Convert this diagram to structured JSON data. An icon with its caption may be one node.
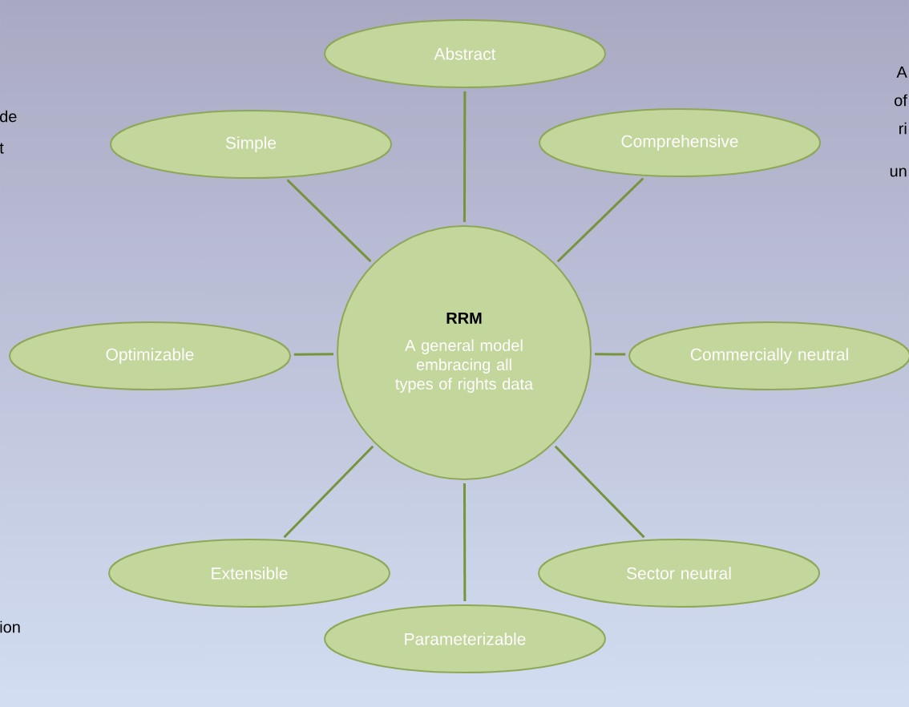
{
  "diagram": {
    "nodes": [
      {
        "text": [
          "RRM",
          "A general model embracing all types of rights data"
        ]
      },
      {
        "text": [
          "Abstract"
        ]
      },
      {
        "text": [
          "Simple"
        ]
      },
      {
        "text": [
          "Comprehensive"
        ]
      },
      {
        "text": [
          "Optimizable"
        ]
      },
      {
        "text": [
          "Commercially neutral"
        ]
      },
      {
        "text": [
          "Extensible"
        ]
      },
      {
        "text": [
          "Sector neutral"
        ]
      },
      {
        "text": [
          "Parameterizable"
        ]
      }
    ],
    "edges": [
      {
        "from": 0,
        "to": 1,
        "arrow": "none"
      },
      {
        "from": 0,
        "to": 2,
        "arrow": "none"
      },
      {
        "from": 0,
        "to": 3,
        "arrow": "none"
      },
      {
        "from": 0,
        "to": 4,
        "arrow": "none"
      },
      {
        "from": 0,
        "to": 5,
        "arrow": "none"
      },
      {
        "from": 0,
        "to": 6,
        "arrow": "none"
      },
      {
        "from": 0,
        "to": 7,
        "arrow": "none"
      },
      {
        "from": 0,
        "to": 8,
        "arrow": "none"
      }
    ],
    "labels": [
      "A",
      "de",
      "of",
      "t",
      "ri",
      "un",
      "ion"
    ]
  }
}
